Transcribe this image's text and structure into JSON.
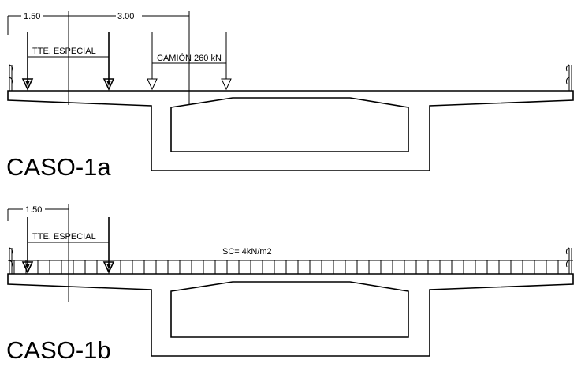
{
  "case_1a": {
    "title": "CASO-1a",
    "dim_1": "1.50",
    "dim_2": "3.00",
    "load_special": "TTE. ESPECIAL",
    "load_truck": "CAMIÓN 260 kN"
  },
  "case_1b": {
    "title": "CASO-1b",
    "dim_1": "1.50",
    "load_special": "TTE. ESPECIAL",
    "surface_load": "SC= 4kN/m2"
  }
}
